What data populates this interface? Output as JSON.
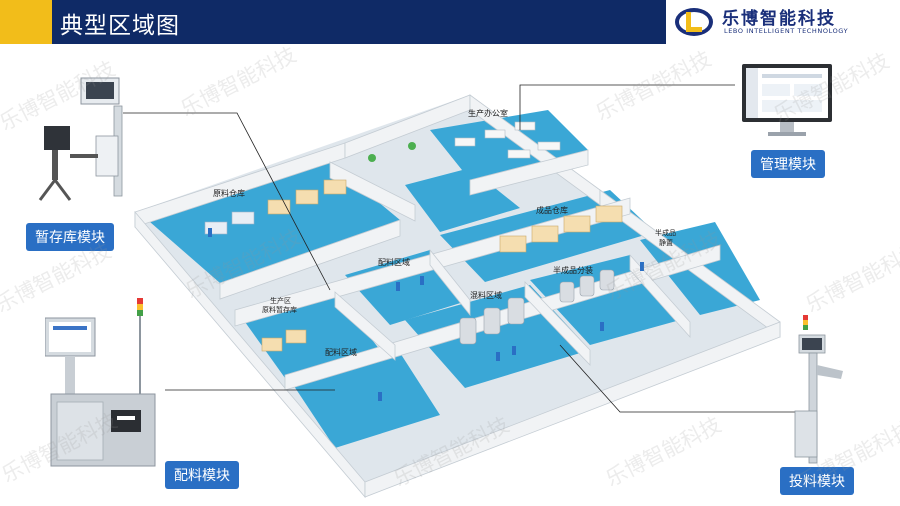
{
  "header": {
    "title": "典型区域图",
    "logo_name": "乐博智能科技",
    "logo_subtitle": "LEBO INTELLIGENT TECHNOLOGY"
  },
  "watermark_text": "乐博智能科技",
  "modules": {
    "temp_storage": "暂存库模块",
    "management": "管理模块",
    "batching": "配料模块",
    "feeding": "投料模块"
  },
  "zones": {
    "raw_warehouse": "原料仓库",
    "production_office": "生产办公室",
    "finished_warehouse": "成品仓库",
    "batching_area_top": "配料区域",
    "semi_finished_line1": "半成品",
    "semi_finished_line2": "静置",
    "semi_split": "半成品分装",
    "mixing_area": "混料区域",
    "prod_temp_line1": "生产区",
    "prod_temp_line2": "原料暂存库",
    "batching_area_bottom": "配料区域"
  },
  "colors": {
    "header_bg": "#0f2a66",
    "header_accent": "#f2bd1a",
    "module_label_bg": "#2a6fc4",
    "floor": "#3aa7d6",
    "wall": "#e9ecef"
  }
}
